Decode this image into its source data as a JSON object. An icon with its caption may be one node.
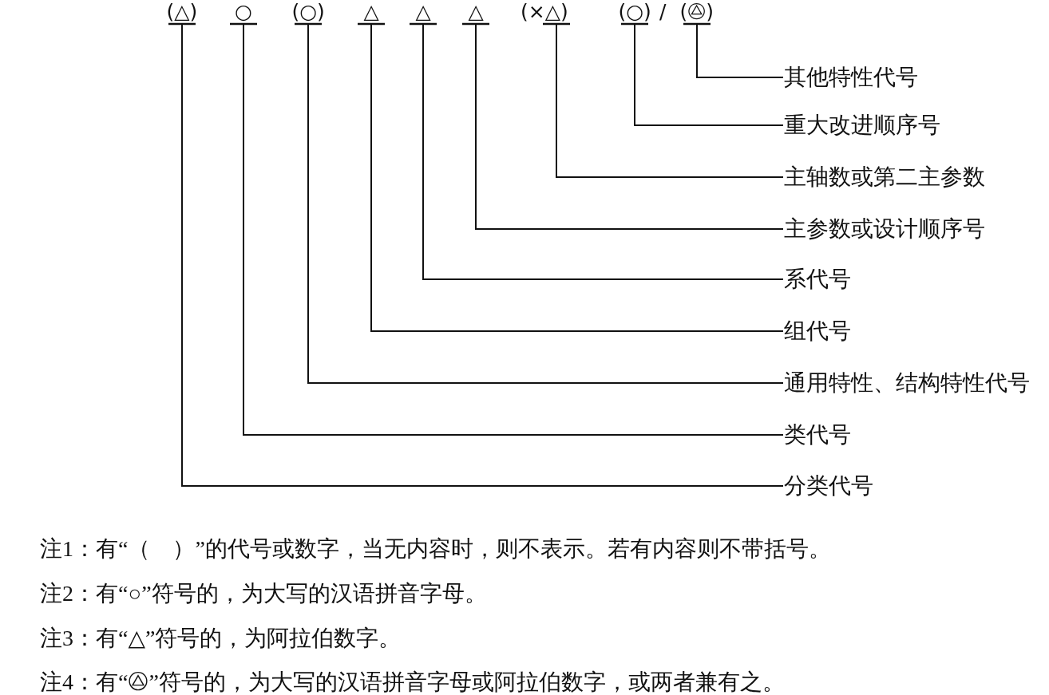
{
  "diagram": {
    "nodes": [
      {
        "text": [
          "(△)"
        ]
      },
      {
        "text": [
          "○"
        ]
      },
      {
        "text": [
          "(○)"
        ]
      },
      {
        "text": [
          "△"
        ]
      },
      {
        "text": [
          "△"
        ]
      },
      {
        "text": [
          "△"
        ]
      },
      {
        "text": [
          "(×△)"
        ]
      },
      {
        "text": [
          "(○)"
        ]
      },
      {
        "text": [
          "(🟕)"
        ]
      },
      {
        "text": [
          "其他特性代号"
        ]
      },
      {
        "text": [
          "重大改进顺序号"
        ]
      },
      {
        "text": [
          "主轴数或第二主参数"
        ]
      },
      {
        "text": [
          "主参数或设计顺序号"
        ]
      },
      {
        "text": [
          "系代号"
        ]
      },
      {
        "text": [
          "组代号"
        ]
      },
      {
        "text": [
          "通用特性、结构特性代号"
        ]
      },
      {
        "text": [
          "类代号"
        ]
      },
      {
        "text": [
          "分类代号"
        ]
      }
    ],
    "edges": [
      {
        "from": 8,
        "to": 9,
        "arrow": "none"
      },
      {
        "from": 7,
        "to": 10,
        "arrow": "none"
      },
      {
        "from": 6,
        "to": 11,
        "arrow": "none"
      },
      {
        "from": 5,
        "to": 12,
        "arrow": "none"
      },
      {
        "from": 4,
        "to": 13,
        "arrow": "none"
      },
      {
        "from": 3,
        "to": 14,
        "arrow": "none"
      },
      {
        "from": 2,
        "to": 15,
        "arrow": "none"
      },
      {
        "from": 1,
        "to": 16,
        "arrow": "none"
      },
      {
        "from": 0,
        "to": 17,
        "arrow": "none"
      }
    ],
    "labels": [
      "/",
      "注1：有“（　）”的代号或数字，当无内容时，则不表示。若有内容则不带括号。",
      "注2：有“○”符号的，为大写的汉语拼音字母。",
      "注3：有“△”符号的，为阿拉伯数字。",
      "注4：有“🟕”符号的，为大写的汉语拼音字母或阿拉伯数字，或两者兼有之。"
    ]
  }
}
